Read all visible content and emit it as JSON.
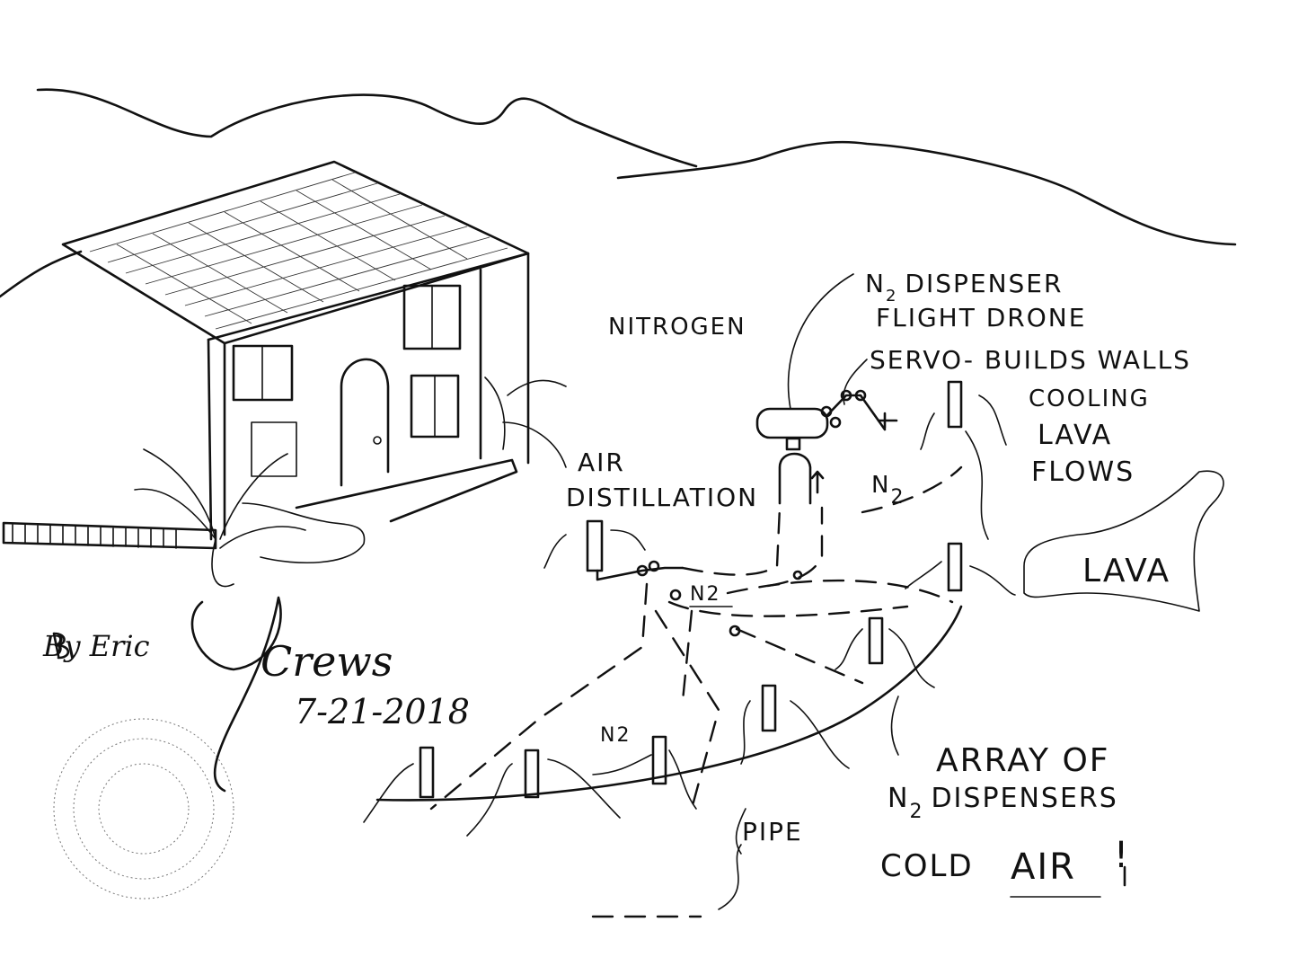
{
  "labels": {
    "nitrogen": "NITROGEN",
    "dispenser_line1": "N",
    "dispenser_sub": "2",
    "dispenser_line1_rest": "DISPENSER",
    "dispenser_line2": "FLIGHT DRONE",
    "servo": "SERVO- BUILDS WALLS",
    "cooling_1": "COOLING",
    "cooling_2": "LAVA",
    "cooling_3": "FLOWS",
    "lava": "LAVA",
    "air_1": "AIR",
    "air_2": "DISTILLATION",
    "n2_arrow": "N",
    "n2_arrow_sub": "2",
    "n2_pipe": "N2",
    "n2_lower": "N2",
    "array_1": "ARRAY OF",
    "array_2_n": "N",
    "array_2_sub": "2",
    "array_2_rest": "DISPENSERS",
    "cold_air_1": "COLD",
    "cold_air_2": "AIR",
    "cold_air_bang": "!",
    "pipe": "PIPE",
    "by": "By Eric",
    "signature": "Crews",
    "date": "7-21-2018"
  }
}
